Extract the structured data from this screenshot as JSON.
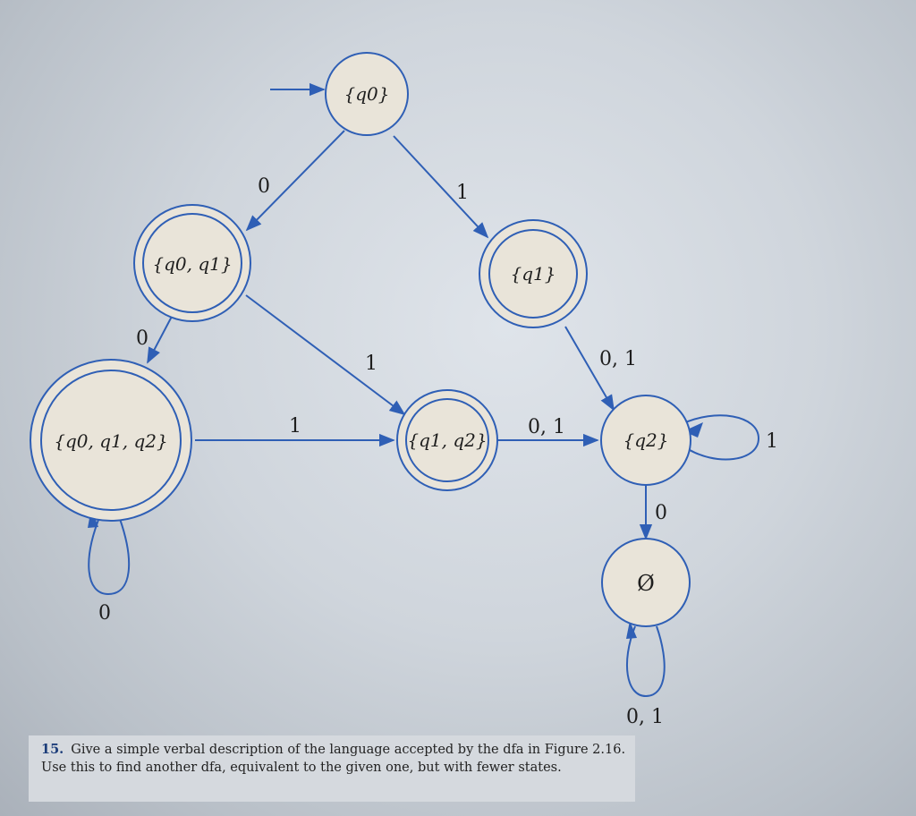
{
  "diagram": {
    "states": [
      {
        "id": "s0",
        "label": "{q0, q1, q2}",
        "accepting": true
      },
      {
        "id": "s1",
        "label": "{q0, q1}",
        "accepting": true
      },
      {
        "id": "s2",
        "label": "{q0}",
        "accepting": false,
        "initial": true
      },
      {
        "id": "s3",
        "label": "{q1}",
        "accepting": true
      },
      {
        "id": "s4",
        "label": "{q1, q2}",
        "accepting": true
      },
      {
        "id": "s5",
        "label": "{q2}",
        "accepting": false
      },
      {
        "id": "s6",
        "label": "Ø",
        "accepting": false
      }
    ],
    "edge_labels": {
      "q0_to_q0q1": "0",
      "q0_to_q1": "1",
      "q0q1_to_q0q1q2": "0",
      "q0q1_to_q1q2": "1",
      "q0q1q2_to_q1q2": "1",
      "q0q1q2_self": "0",
      "q1_to_q2": "0, 1",
      "q1q2_to_q2": "0, 1",
      "q2_self": "1",
      "q2_to_empty": "0",
      "empty_self": "0, 1"
    },
    "colors": {
      "edge": "#2f5fb5",
      "state_fill": "#e9e4d9"
    }
  },
  "caption": {
    "number": "15.",
    "text": "Give a simple verbal description of the language accepted by the dfa in Figure 2.16. Use this to find another dfa, equivalent to the given one, but with fewer states."
  }
}
